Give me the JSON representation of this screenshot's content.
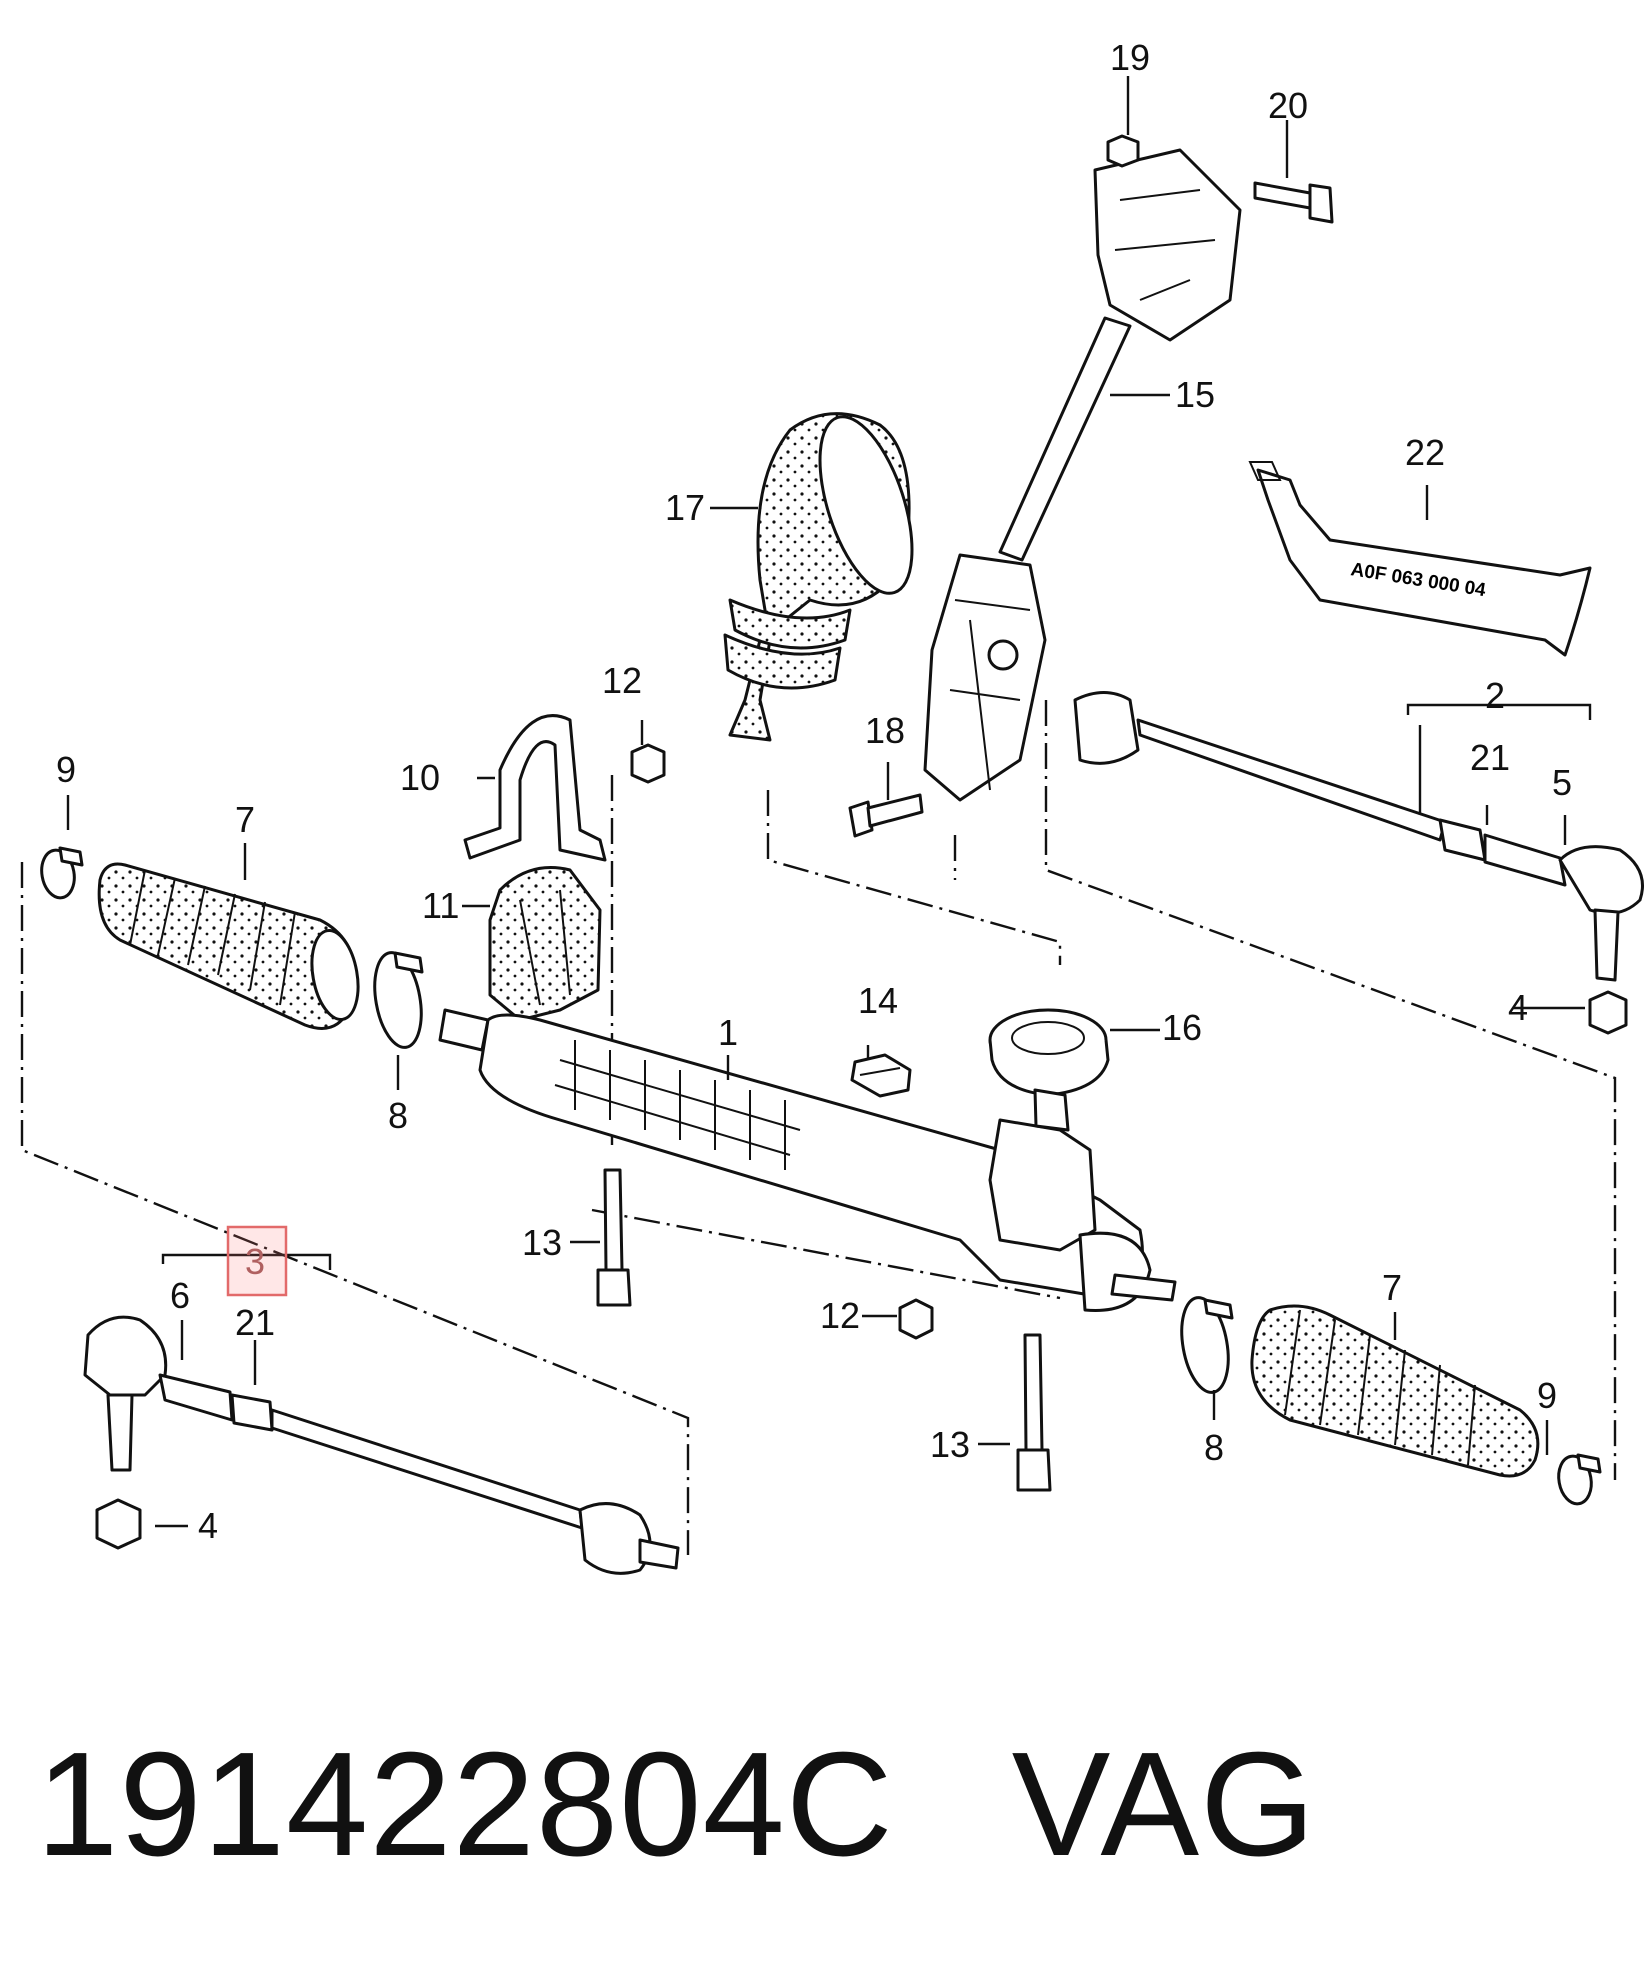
{
  "callouts": {
    "c1": "1",
    "c2": "2",
    "c3": "3",
    "c4a": "4",
    "c4b": "4",
    "c5": "5",
    "c6": "6",
    "c7a": "7",
    "c7b": "7",
    "c8a": "8",
    "c8b": "8",
    "c9a": "9",
    "c9b": "9",
    "c10": "10",
    "c11": "11",
    "c12a": "12",
    "c12b": "12",
    "c13a": "13",
    "c13b": "13",
    "c14": "14",
    "c15": "15",
    "c16": "16",
    "c17": "17",
    "c18": "18",
    "c19": "19",
    "c20": "20",
    "c21a": "21",
    "c21b": "21",
    "c22": "22"
  },
  "tube_label": "A0F 063 000 04",
  "highlighted_callout": "3",
  "caption": {
    "part_number": "191422804C",
    "brand": "VAG"
  },
  "colors": {
    "line": "#111111",
    "highlight": "#e26a6a"
  }
}
